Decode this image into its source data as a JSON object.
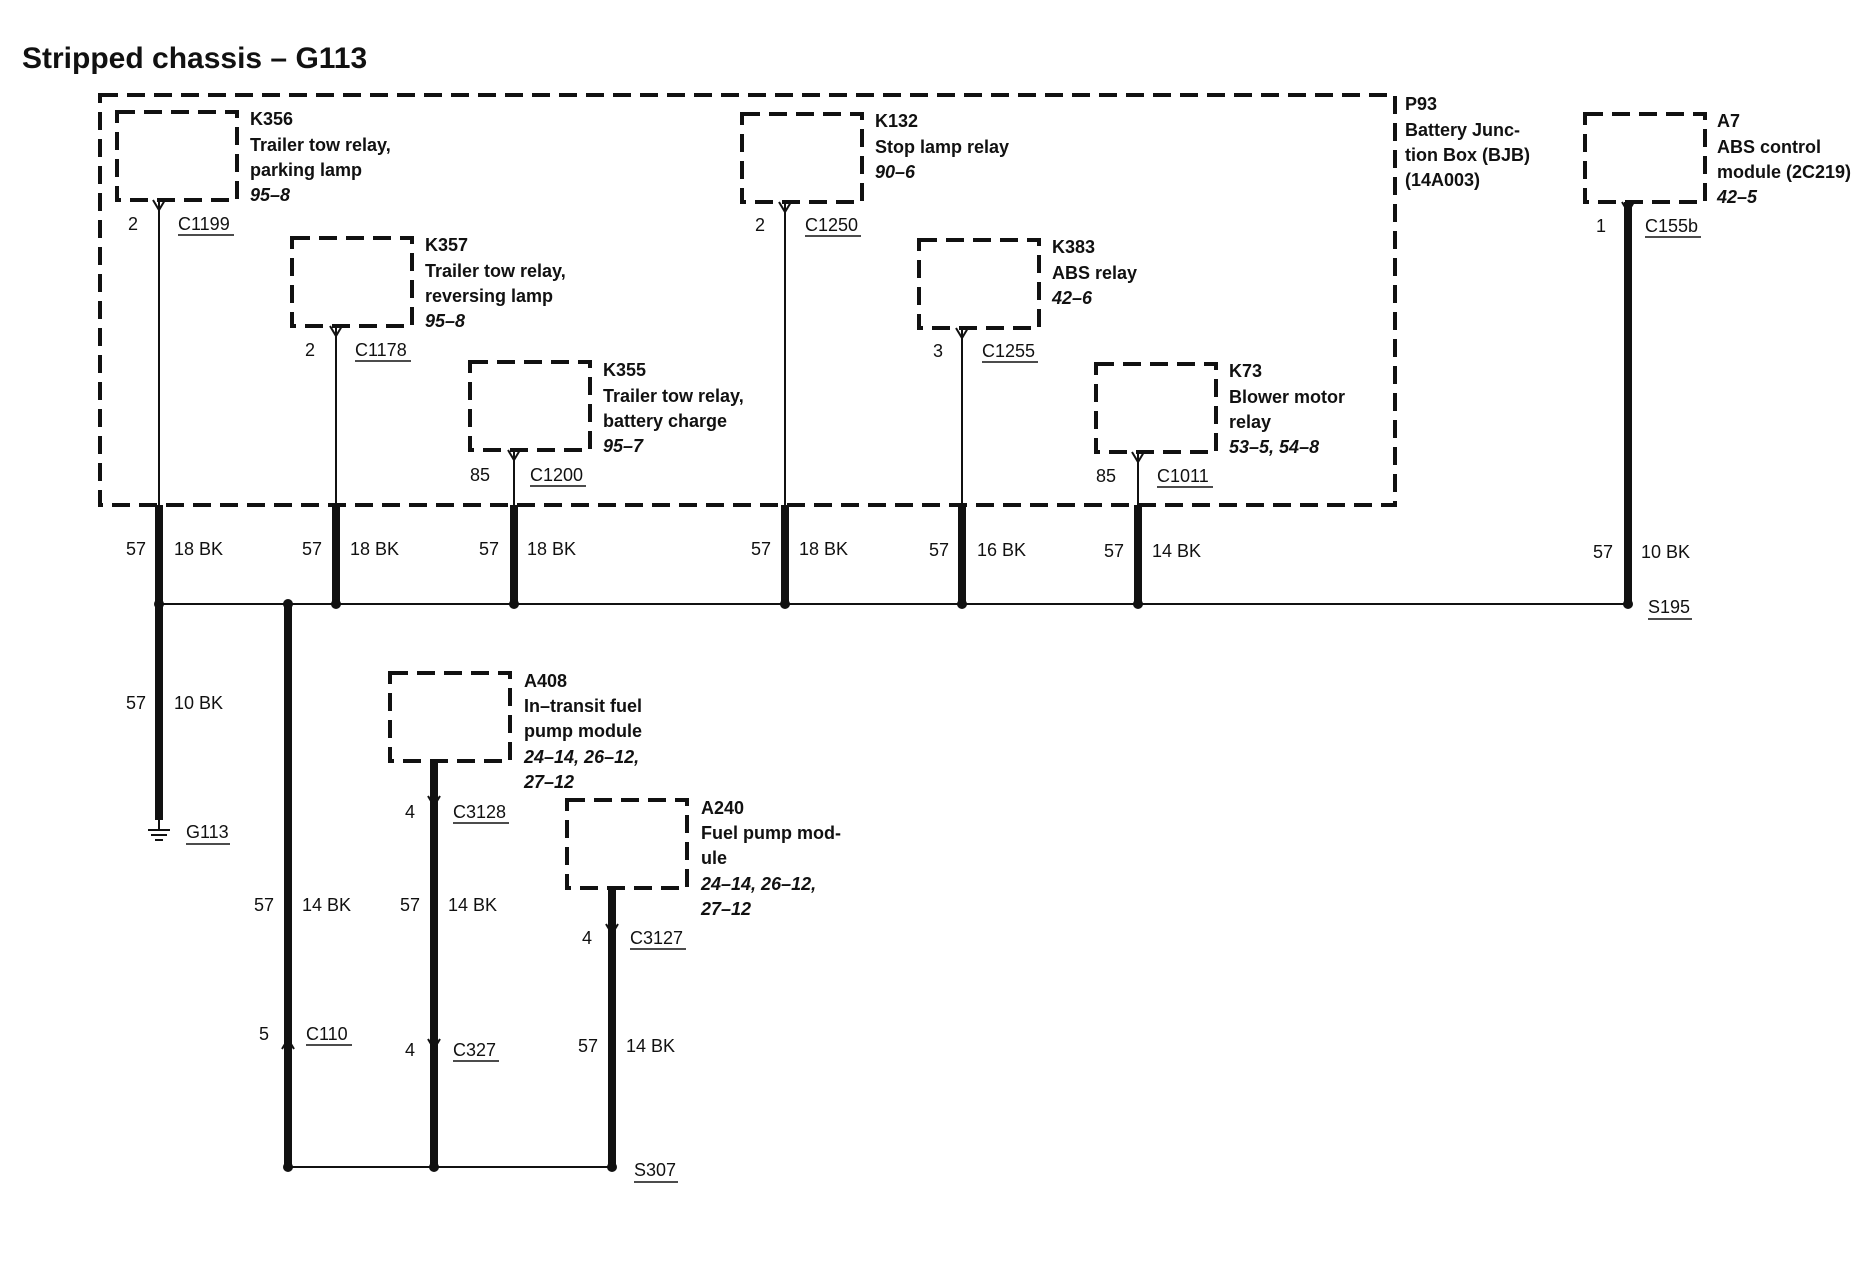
{
  "title": "Stripped chassis – G113",
  "bjb": {
    "id": "P93",
    "lines": [
      "Battery Junc-",
      "tion Box (BJB)",
      "(14A003)"
    ]
  },
  "components": {
    "k356": {
      "id": "K356",
      "desc": [
        "Trailer tow relay,",
        "parking lamp"
      ],
      "ref": "95–8",
      "pin": "2",
      "connector": "C1199"
    },
    "k357": {
      "id": "K357",
      "desc": [
        "Trailer tow relay,",
        "reversing lamp"
      ],
      "ref": "95–8",
      "pin": "2",
      "connector": "C1178"
    },
    "k355": {
      "id": "K355",
      "desc": [
        "Trailer tow relay,",
        "battery charge"
      ],
      "ref": "95–7",
      "pin": "85",
      "connector": "C1200"
    },
    "k132": {
      "id": "K132",
      "desc": [
        "Stop lamp relay"
      ],
      "ref": "90–6",
      "pin": "2",
      "connector": "C1250"
    },
    "k383": {
      "id": "K383",
      "desc": [
        "ABS relay"
      ],
      "ref": "42–6",
      "pin": "3",
      "connector": "C1255"
    },
    "k73": {
      "id": "K73",
      "desc": [
        "Blower motor",
        "relay"
      ],
      "ref": "53–5, 54–8",
      "pin": "85",
      "connector": "C1011"
    },
    "a7": {
      "id": "A7",
      "desc": [
        "ABS control",
        "module (2C219)"
      ],
      "ref": "42–5",
      "pin": "1",
      "connector": "C155b"
    },
    "a408": {
      "id": "A408",
      "desc": [
        "In–transit fuel",
        "pump module"
      ],
      "ref": [
        "24–14, 26–12,",
        "27–12"
      ],
      "pin": "4",
      "connector": "C3128"
    },
    "a240": {
      "id": "A240",
      "desc": [
        "Fuel pump mod-",
        "ule"
      ],
      "ref": [
        "24–14, 26–12,",
        "27–12"
      ],
      "pin": "4",
      "connector": "C3127"
    }
  },
  "wires": {
    "k356": {
      "circuit": "57",
      "gauge": "18 BK"
    },
    "k357": {
      "circuit": "57",
      "gauge": "18 BK"
    },
    "k355": {
      "circuit": "57",
      "gauge": "18 BK"
    },
    "k132": {
      "circuit": "57",
      "gauge": "18 BK"
    },
    "k383": {
      "circuit": "57",
      "gauge": "16 BK"
    },
    "k73": {
      "circuit": "57",
      "gauge": "14 BK"
    },
    "a7": {
      "circuit": "57",
      "gauge": "10 BK"
    },
    "ground": {
      "circuit": "57",
      "gauge": "10 BK"
    },
    "c110": {
      "circuit": "57",
      "gauge": "14 BK"
    },
    "a408": {
      "circuit": "57",
      "gauge": "14 BK"
    },
    "a240": {
      "circuit": "57",
      "gauge": "14 BK"
    }
  },
  "splices": {
    "s195": "S195",
    "s307": "S307"
  },
  "ground": {
    "label": "G113"
  },
  "inline": {
    "c110": {
      "pin": "5",
      "connector": "C110"
    },
    "c327": {
      "pin": "4",
      "connector": "C327"
    }
  }
}
